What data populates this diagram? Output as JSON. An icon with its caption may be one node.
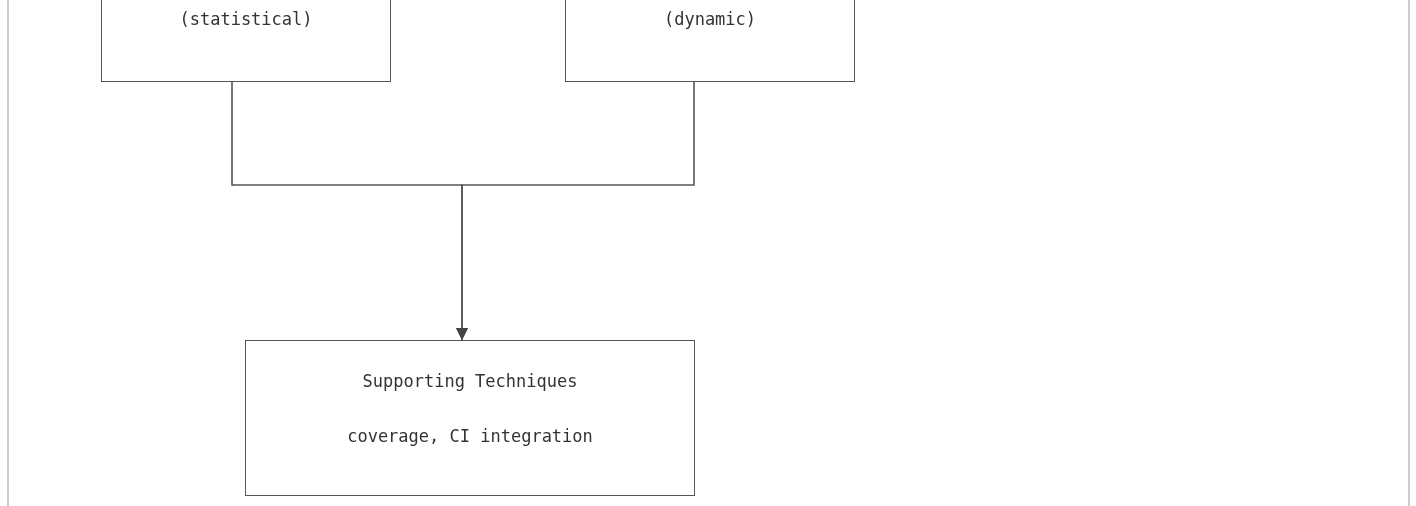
{
  "diagram": {
    "nodes": [
      {
        "text": [
          "(statistical)"
        ]
      },
      {
        "text": [
          "(dynamic)"
        ]
      },
      {
        "text": [
          "Supporting Techniques",
          "coverage, CI integration"
        ]
      }
    ],
    "edges": [
      {
        "from": 0,
        "to": 2,
        "arrow": "to"
      },
      {
        "from": 1,
        "to": 2,
        "arrow": "to"
      }
    ]
  }
}
